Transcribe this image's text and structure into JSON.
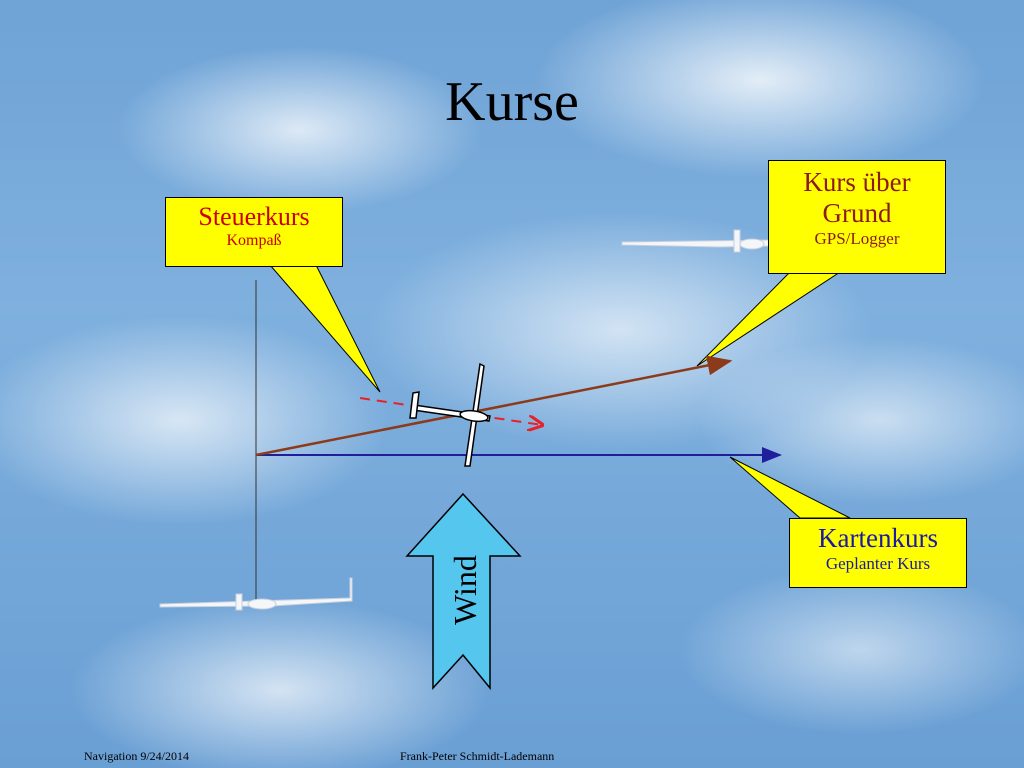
{
  "title": "Kurse",
  "callouts": {
    "steuerkurs": {
      "main": "Steuerkurs",
      "sub": "Kompaß"
    },
    "kurs_ueber_grund": {
      "line1": "Kurs über",
      "line2": "Grund",
      "sub": "GPS/Logger"
    },
    "kartenkurs": {
      "main": "Kartenkurs",
      "sub": "Geplanter Kurs"
    }
  },
  "wind_label": "Wind",
  "footer": {
    "left": "Navigation 9/24/2014",
    "center": "Frank-Peter Schmidt-Lademann"
  },
  "colors": {
    "callout_fill": "#ffff00",
    "steuerkurs_text": "#cc0000",
    "grund_text": "#8b1a1a",
    "kartenkurs_text": "#1a1aa6",
    "kartenkurs_line": "#1f1f9e",
    "grund_line": "#8b3a1a",
    "steuer_dash": "#e8202a",
    "wind_arrow": "#55c6ee"
  }
}
